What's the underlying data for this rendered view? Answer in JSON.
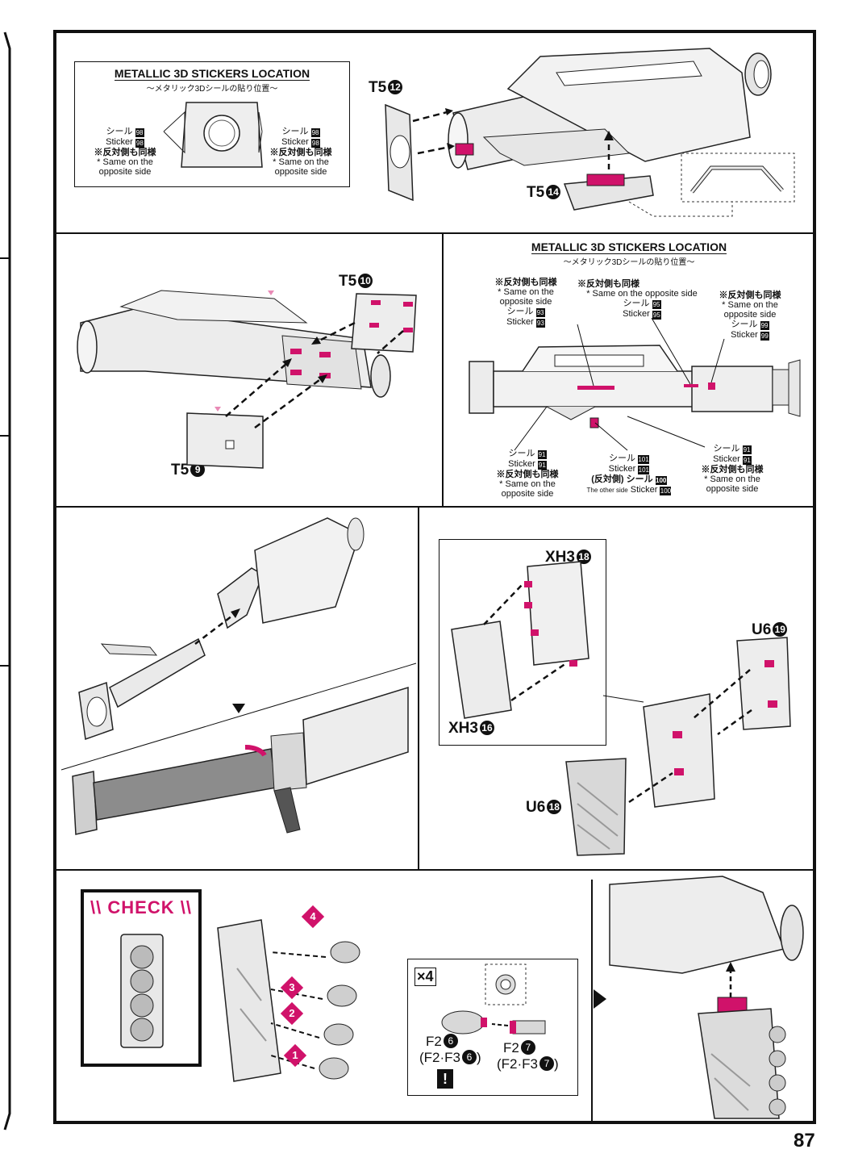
{
  "page_number": "87",
  "colors": {
    "accent": "#d0126a",
    "line": "#111111",
    "part_fill": "#e8e8e8"
  },
  "step1": {
    "stickers_box": {
      "title": "METALLIC 3D STICKERS LOCATION",
      "subtitle": "〜メタリック3Dシールの貼り位置〜",
      "left": {
        "jp": "シール",
        "num": "98",
        "en": "Sticker",
        "note_jp": "※反対側も同様",
        "note_en1": "* Same on the",
        "note_en2": "opposite side"
      },
      "right": {
        "jp": "シール",
        "num": "98",
        "en": "Sticker",
        "note_jp": "※反対側も同様",
        "note_en1": "* Same on the",
        "note_en2": "opposite side"
      }
    },
    "part_a": {
      "code": "T5",
      "num": "12"
    },
    "part_b": {
      "code": "T5",
      "num": "14"
    }
  },
  "step2": {
    "part_top": {
      "code": "T5",
      "num": "10"
    },
    "part_bottom": {
      "code": "T5",
      "num": "9"
    }
  },
  "step3": {
    "title": "METALLIC 3D STICKERS LOCATION",
    "subtitle": "〜メタリック3Dシールの貼り位置〜",
    "s93": {
      "note_jp": "※反対側も同様",
      "note_en1": "* Same on the",
      "note_en2": "opposite side",
      "jp": "シール",
      "num": "93",
      "en": "Sticker"
    },
    "s95": {
      "note_jp": "※反対側も同様",
      "note_en": "* Same on the opposite side",
      "jp": "シール",
      "num": "95",
      "en": "Sticker"
    },
    "s99": {
      "note_jp": "※反対側も同様",
      "note_en1": "* Same on the",
      "note_en2": "opposite side",
      "jp": "シール",
      "num": "99",
      "en": "Sticker"
    },
    "s91a": {
      "jp": "シール",
      "num": "91",
      "en": "Sticker",
      "note_jp": "※反対側も同様",
      "note_en1": "* Same on the",
      "note_en2": "opposite side"
    },
    "s101": {
      "jp": "シール",
      "num": "101",
      "en": "Sticker",
      "other_jp": "(反対側) シール",
      "other_num": "100",
      "other_en": "The other side",
      "other_en2": "Sticker"
    },
    "s91b": {
      "jp": "シール",
      "num": "91",
      "en": "Sticker",
      "note_jp": "※反対側も同様",
      "note_en1": "* Same on the",
      "note_en2": "opposite side"
    }
  },
  "step5": {
    "part_top": {
      "code": "XH3",
      "num": "18"
    },
    "part_left": {
      "code": "XH3",
      "num": "16"
    },
    "part_right": {
      "code": "U6",
      "num": "19"
    },
    "part_bottom": {
      "code": "U6",
      "num": "18"
    }
  },
  "step6": {
    "check_label": "CHECK",
    "multiplier": "×4",
    "markers": [
      "4",
      "3",
      "2",
      "1"
    ],
    "f2": {
      "code": "F2",
      "num": "6",
      "alt": "(F2·F3",
      "alt_num": "6",
      "alt_end": ")"
    },
    "f2b": {
      "code": "F2",
      "num": "7",
      "alt": "(F2·F3",
      "alt_num": "7",
      "alt_end": ")"
    },
    "warning": "!"
  }
}
